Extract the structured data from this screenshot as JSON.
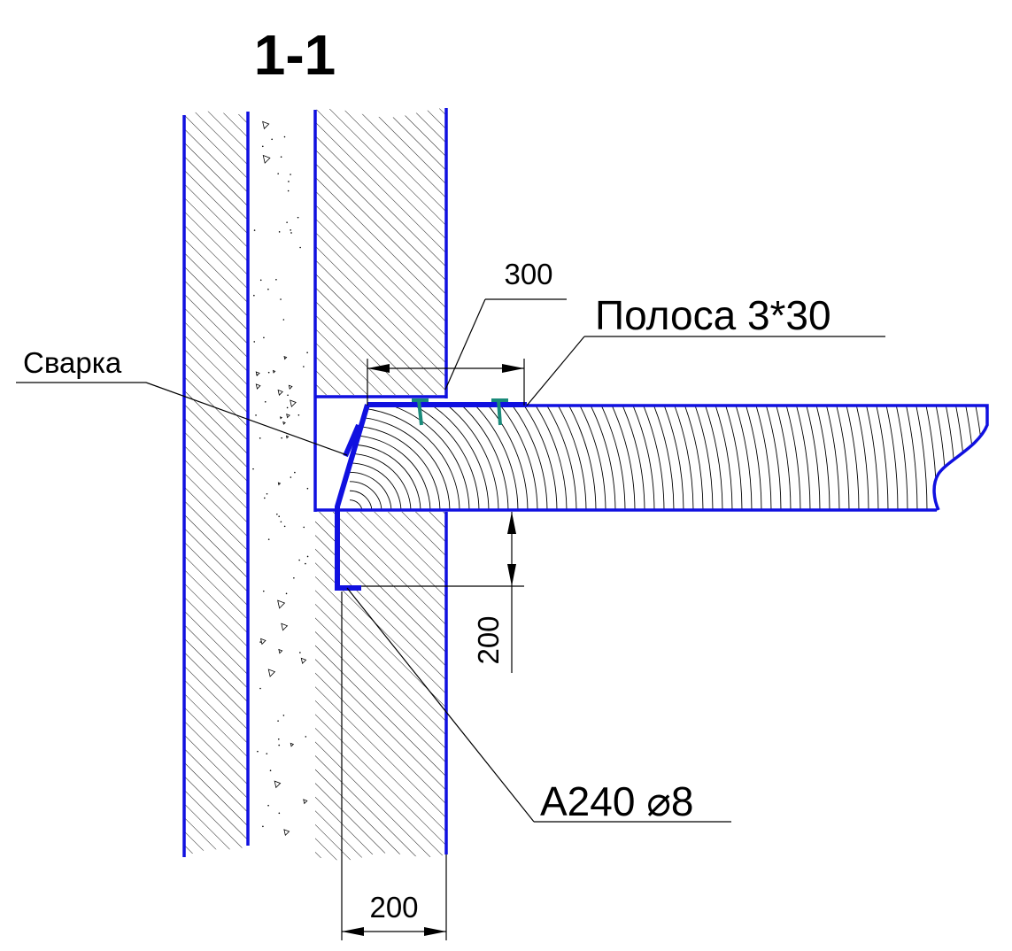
{
  "drawing": {
    "section_title": "1-1",
    "labels": {
      "strip": "Полоса 3*30",
      "weld": "Сварка",
      "rebar": "А240 ⌀8"
    },
    "dimensions": {
      "strip_length": "300",
      "rebar_depth": "200",
      "wall_thickness": "200"
    },
    "colors": {
      "outline": "#1010e0",
      "anchor": "#1a8a7a",
      "line": "#000000"
    },
    "hatching": {
      "masonry": "diagonal-hatch",
      "concrete": "concrete-stipple",
      "timber": "wood-grain"
    }
  }
}
